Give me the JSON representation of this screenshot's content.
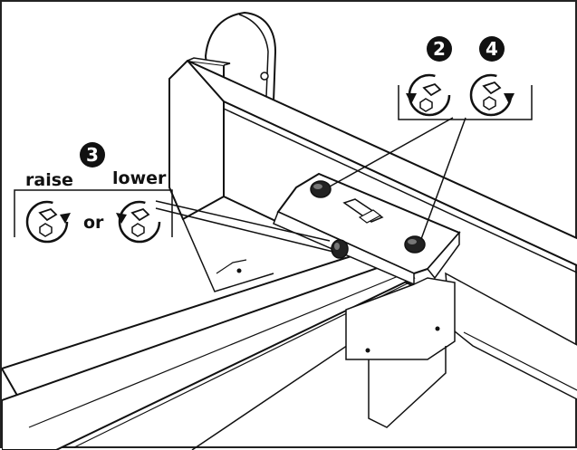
{
  "steps": {
    "step_2": "2",
    "step_3": "3",
    "step_4": "4"
  },
  "labels": {
    "raise": "raise",
    "lower": "lower",
    "or": "or"
  },
  "icons": {
    "loosen": "wrench-counterclockwise-icon",
    "tighten": "wrench-clockwise-icon"
  },
  "colors": {
    "line": "#111111",
    "fill": "#ffffff",
    "shade": "#d9d9d9"
  }
}
